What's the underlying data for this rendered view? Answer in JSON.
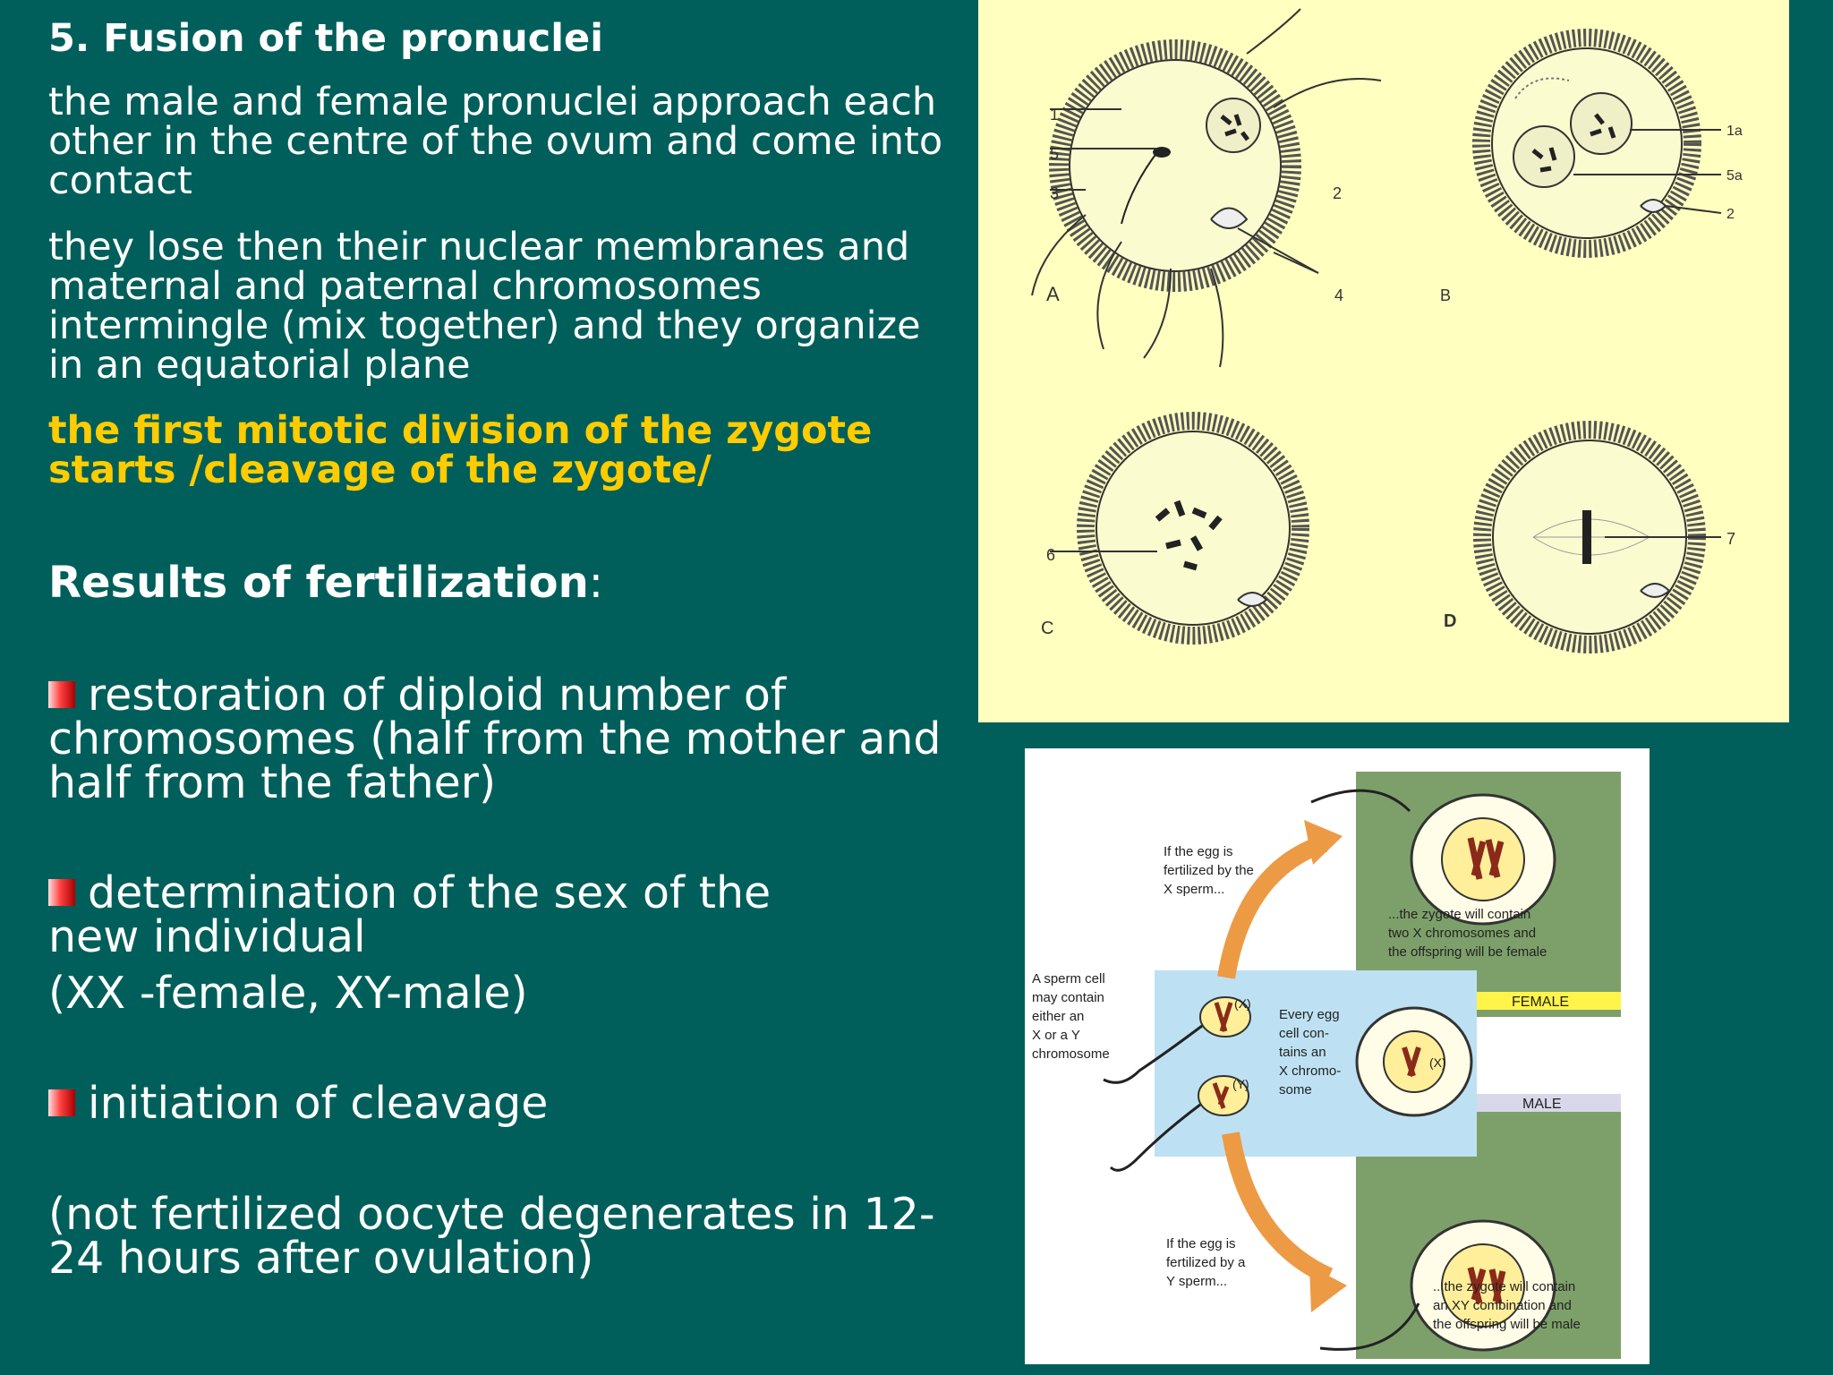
{
  "slide": {
    "heading": "5. Fusion of the pronuclei",
    "para1": "the male and female pronuclei approach each other in the centre of the ovum and come into contact",
    "para2": "they lose then their nuclear membranes and maternal and paternal chromosomes intermingle (mix together) and they organize in an equatorial plane",
    "highlight": "the first mitotic division of the zygote starts /cleavage of the zygote/",
    "results_heading": "Results of fertilization",
    "results_colon": ":",
    "bullet1": "restoration of diploid number of chromosomes (half from the mother and half from the father)",
    "bullet2": "determination of the sex of the new individual",
    "bullet2_note": "(XX -female, XY-male)",
    "bullet3": "initiation of cleavage",
    "footnote": "(not fertilized oocyte degenerates in 12-24 hours after ovulation)"
  },
  "figure1": {
    "panel_labels": [
      "A",
      "B",
      "C",
      "D"
    ],
    "numbers_a": [
      "1",
      "5",
      "3",
      "2",
      "4"
    ],
    "numbers_b": [
      "1a",
      "5a",
      "2"
    ],
    "numbers_c": [
      "6"
    ],
    "numbers_d": [
      "7"
    ]
  },
  "figure2": {
    "top_caption": [
      "If the egg is",
      "fertilized by the",
      "X sperm..."
    ],
    "female_result": [
      "...the zygote will contain",
      "two X chromosomes and",
      "the offspring will be female"
    ],
    "female_label": "FEMALE",
    "sperm_caption": [
      "A sperm cell",
      "may contain",
      "either an",
      "X or a Y",
      "chromosome"
    ],
    "egg_caption": [
      "Every egg",
      "cell con-",
      "tains an",
      "X chromo-",
      "some"
    ],
    "x_mark": "(X)",
    "y_mark": "(Y)",
    "male_label": "MALE",
    "bottom_caption": [
      "If the egg is",
      "fertilized by a",
      "Y sperm..."
    ],
    "male_result": [
      "...the zygote will contain",
      "an XY combination and",
      "the offspring will be male"
    ]
  },
  "colors": {
    "background": "#005f5a",
    "highlight": "#ffcc00",
    "figure1_bg": "#ffffc0",
    "female_band": "#fff44a",
    "male_band": "#d8d8ea"
  }
}
